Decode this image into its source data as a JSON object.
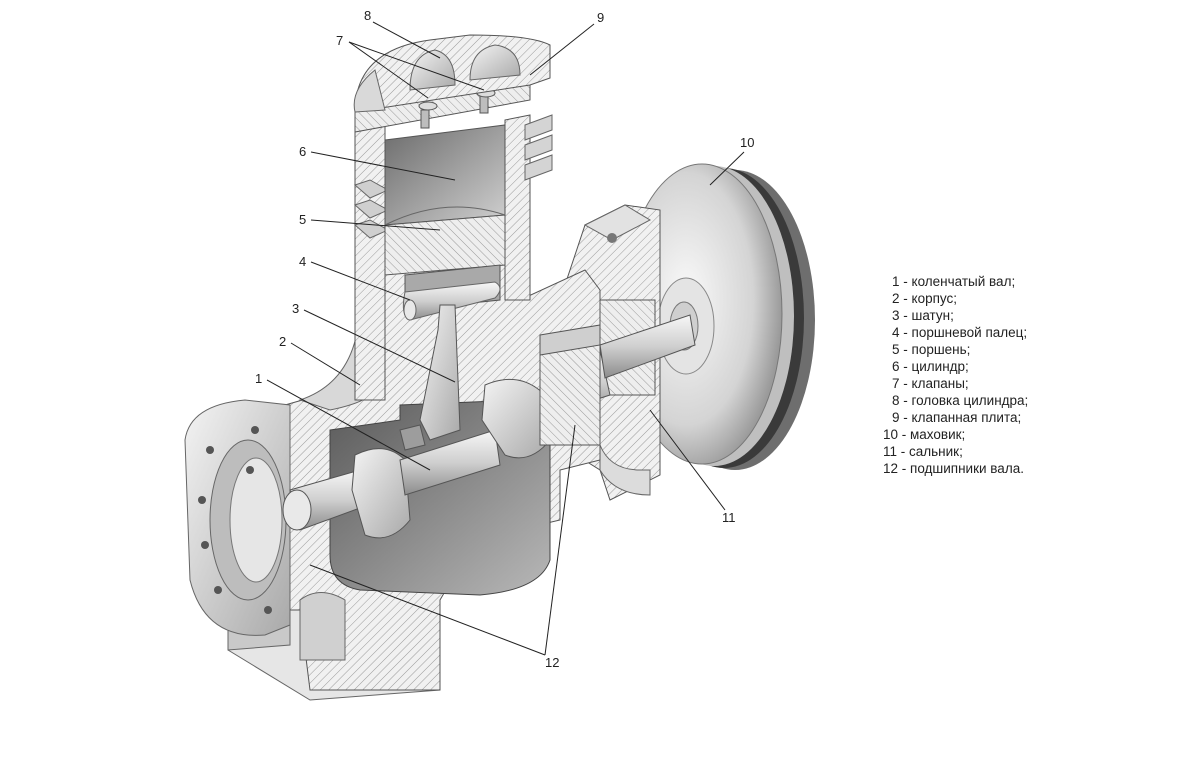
{
  "callouts": {
    "c1": "1",
    "c2": "2",
    "c3": "3",
    "c4": "4",
    "c5": "5",
    "c6": "6",
    "c7": "7",
    "c8": "8",
    "c9": "9",
    "c10": "10",
    "c11": "11",
    "c12": "12"
  },
  "legend": [
    "1 - коленчатый вал;",
    "2 - корпус;",
    "3 - шатун;",
    "4 - поршневой палец;",
    "5 - поршень;",
    "6 - цилиндр;",
    "7 - клапаны;",
    "8 - головка цилиндра;",
    "9 - клапанная плита;",
    "10 - маховик;",
    "11 - сальник;",
    "12 - подшипники вала."
  ]
}
